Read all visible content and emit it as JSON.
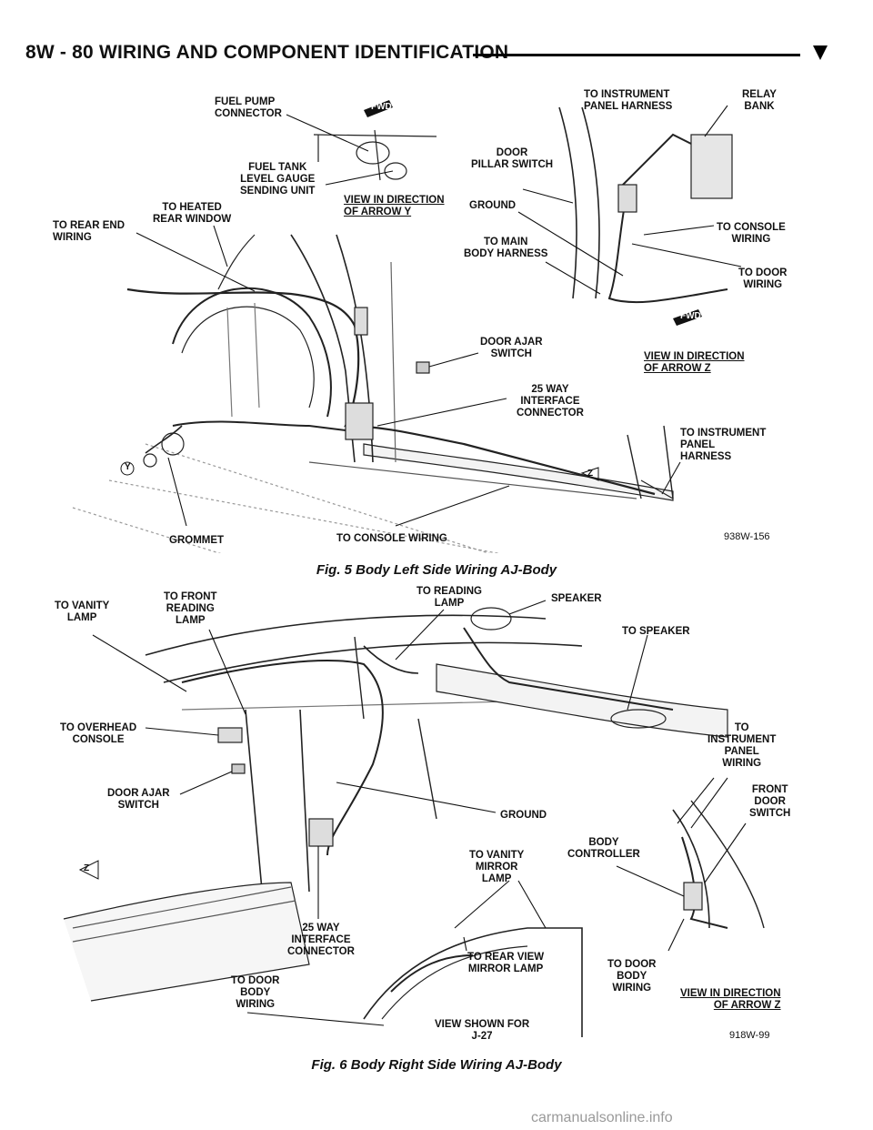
{
  "header": {
    "text": "8W - 80    WIRING AND COMPONENT IDENTIFICATION"
  },
  "fig5": {
    "caption": "Fig. 5 Body Left Side Wiring AJ-Body",
    "code": "938W-156",
    "labels": {
      "fuel_pump": "FUEL PUMP\nCONNECTOR",
      "fuel_tank": "FUEL TANK\nLEVEL GAUGE\nSENDING UNIT",
      "view_y": "VIEW IN DIRECTION\nOF ARROW Y",
      "heated_window": "TO HEATED\nREAR WINDOW",
      "rear_end": "TO REAR END\nWIRING",
      "instrument_top": "TO INSTRUMENT\nPANEL HARNESS",
      "relay_bank": "RELAY\nBANK",
      "door_pillar": "DOOR\nPILLAR SWITCH",
      "ground": "GROUND",
      "main_body": "TO MAIN\nBODY HARNESS",
      "console_wiring_r": "TO CONSOLE\nWIRING",
      "door_wiring": "TO DOOR\nWIRING",
      "door_ajar": "DOOR AJAR\nSWITCH",
      "view_z": "VIEW IN DIRECTION\nOF ARROW Z",
      "interface": "25 WAY\nINTERFACE\nCONNECTOR",
      "instrument_panel": "TO INSTRUMENT\nPANEL\nHARNESS",
      "grommet": "GROMMET",
      "console_wiring": "TO CONSOLE WIRING",
      "fwd": "FWD",
      "y": "Y",
      "z": "Z"
    }
  },
  "fig6": {
    "caption": "Fig. 6 Body Right Side Wiring AJ-Body",
    "code": "918W-99",
    "labels": {
      "vanity_lamp": "TO VANITY\nLAMP",
      "front_reading": "TO FRONT\nREADING\nLAMP",
      "reading_lamp": "TO READING\nLAMP",
      "speaker": "SPEAKER",
      "to_speaker": "TO SPEAKER",
      "overhead": "TO OVERHEAD\nCONSOLE",
      "instrument_wiring": "TO\nINSTRUMENT\nPANEL\nWIRING",
      "door_ajar": "DOOR AJAR\nSWITCH",
      "front_door": "FRONT\nDOOR\nSWITCH",
      "ground": "GROUND",
      "body_controller": "BODY\nCONTROLLER",
      "vanity_mirror": "TO VANITY\nMIRROR\nLAMP",
      "interface": "25 WAY\nINTERFACE\nCONNECTOR",
      "rear_view": "TO REAR VIEW\nMIRROR LAMP",
      "door_body_l": "TO DOOR\nBODY\nWIRING",
      "door_body_r": "TO DOOR\nBODY\nWIRING",
      "view_z": "VIEW IN DIRECTION\nOF ARROW Z",
      "view_shown": "VIEW SHOWN FOR\nJ-27",
      "z": "Z"
    }
  },
  "watermark": "carmanualsonline.info"
}
